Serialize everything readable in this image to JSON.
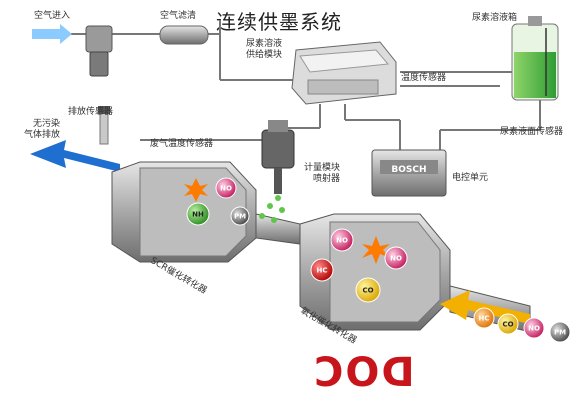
{
  "title": "连续供墨系统",
  "colors": {
    "accent_red": "#c8151c",
    "urea_green": "#4caf50",
    "exhaust_blue": "#1f6fd1",
    "intake_yellow": "#f4b000"
  },
  "labels": {
    "air_in": "空气进入",
    "air_filter": "空气滤清",
    "urea_tank": "尿素溶液箱",
    "urea_pump": "尿素溶液\n供给模块",
    "temp_sensor_tank": "温度传感器",
    "level_sensor": "尿素液面传感器",
    "ecu": "电控单元",
    "ecu_brand": "BOSCH",
    "dosing": "计量模块\n喷射器",
    "exhaust_temp": "废气温度传感器",
    "exhaust_sensor": "排放传感器",
    "clean_exhaust": "无污染\n气体排放",
    "scr": "SCR催化转化器",
    "doc_cat": "氧化催化转化器",
    "doc": "DOC"
  },
  "balls": [
    "NO",
    "NH",
    "PM",
    "NO",
    "HC",
    "CO",
    "NO",
    "HC",
    "CO",
    "NO",
    "PM"
  ],
  "icons": [
    "arrow-icon",
    "spark-icon"
  ]
}
